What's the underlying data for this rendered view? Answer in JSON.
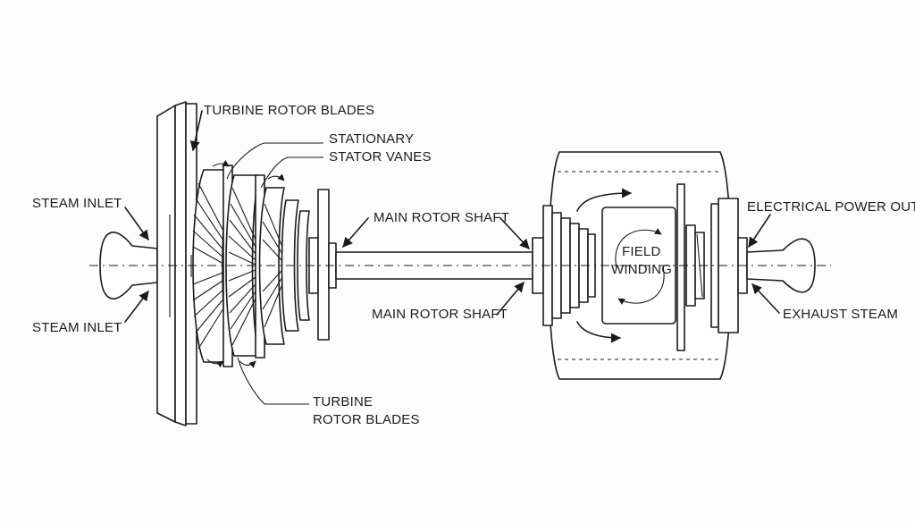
{
  "labels": {
    "turbine_rotor_blades_top": "TURBINE ROTOR BLADES",
    "stationary_line1": "STATIONARY",
    "stationary_line2": "STATOR VANES",
    "steam_inlet_top": "STEAM INLET",
    "steam_inlet_bottom": "STEAM INLET",
    "main_rotor_shaft_top": "MAIN ROTOR SHAFT",
    "main_rotor_shaft_bottom": "MAIN ROTOR SHAFT",
    "turbine_rotor_blades_bottom_line1": "TURBINE",
    "turbine_rotor_blades_bottom_line2": "ROTOR BLADES",
    "field_winding_line1": "FIELD",
    "field_winding_line2": "WINDING",
    "electrical_power_outlet": "ELECTRICAL POWER OUTLET",
    "exhaust_steam": "EXHAUST STEAM"
  },
  "colors": {
    "line": "#1a1a1a",
    "background": "#fdfdfd"
  }
}
